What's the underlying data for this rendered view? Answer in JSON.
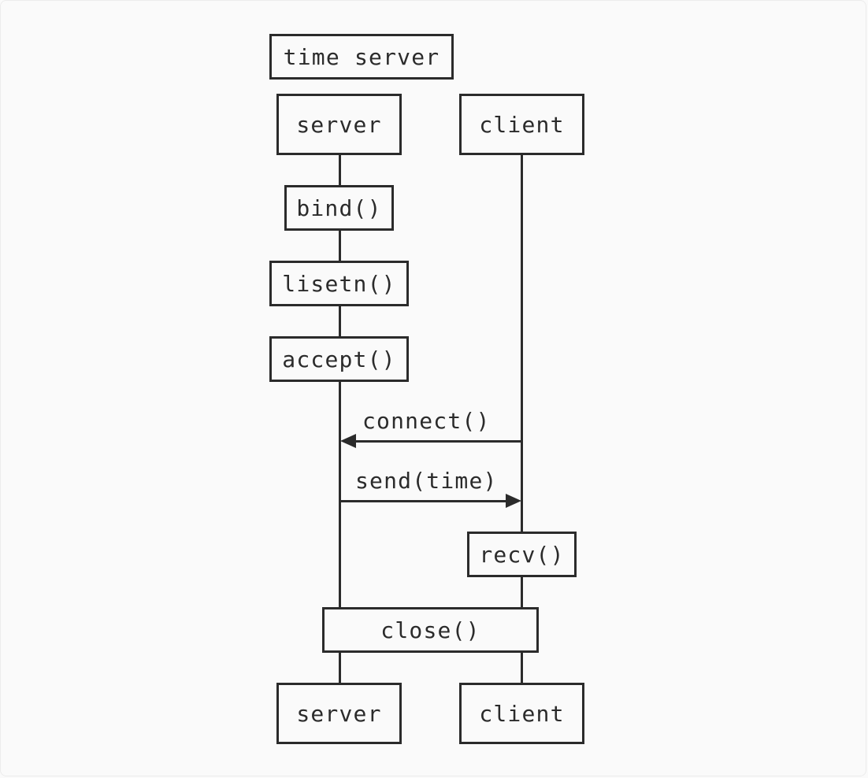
{
  "title": "time server",
  "participants": {
    "server": "server",
    "client": "client"
  },
  "server_steps": [
    "bind()",
    "lisetn()",
    "accept()"
  ],
  "messages": {
    "connect": "connect()",
    "send": "send(time)"
  },
  "client_steps": [
    "recv()"
  ],
  "shared_step": "close()",
  "colors": {
    "ink": "#2b2b2b",
    "background": "#fafafa"
  }
}
